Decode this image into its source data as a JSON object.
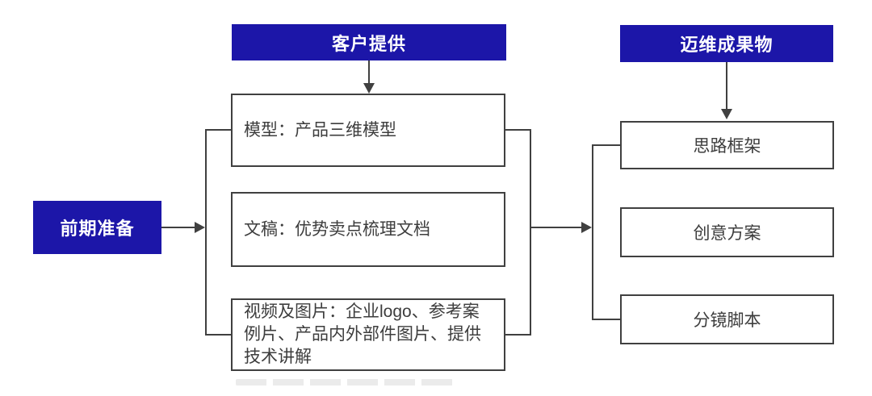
{
  "diagram": {
    "title_hint": "production preparation flowchart",
    "colors": {
      "accent_blue": "#1c16a8",
      "line": "#404040",
      "box_text": "#3d3d3d",
      "header_text": "#ffffff"
    },
    "prep_node": {
      "label": "前期准备"
    },
    "client_header": {
      "label": "客户提供"
    },
    "deliverables_header": {
      "label": "迈维成果物"
    },
    "client_items": [
      {
        "label": "模型：产品三维模型"
      },
      {
        "label": "文稿：优势卖点梳理文档"
      },
      {
        "label": "视频及图片：企业logo、参考案例片、产品内外部件图片、提供技术讲解"
      }
    ],
    "deliverable_items": [
      {
        "label": "思路框架"
      },
      {
        "label": "创意方案"
      },
      {
        "label": "分镜脚本"
      }
    ]
  }
}
